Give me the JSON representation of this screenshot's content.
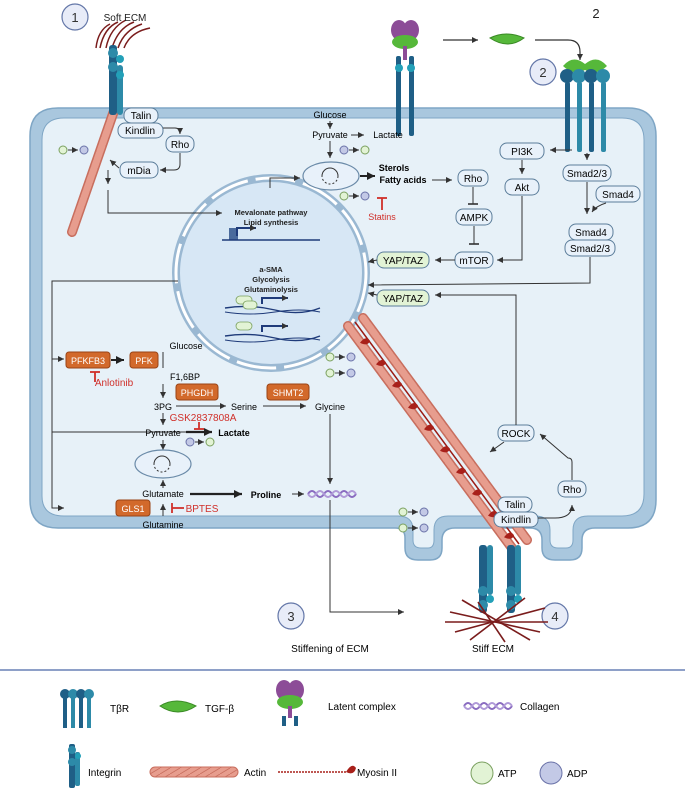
{
  "badges": {
    "b1": "1",
    "b2": "2",
    "b2_plain": "2",
    "b3": "3",
    "b4": "4"
  },
  "labels": {
    "soft_ecm": "Soft ECM",
    "stiff_ecm": "Stiff ECM",
    "stiffening": "Stiffening of ECM"
  },
  "left_signaling": {
    "talin": "Talin",
    "kindlin": "Kindlin",
    "rho": "Rho",
    "mdia": "mDia"
  },
  "right_mechano": {
    "rock": "ROCK",
    "rho": "Rho",
    "talin": "Talin",
    "kindlin": "Kindlin"
  },
  "tgf_path": {
    "pi3k": "PI3K",
    "akt": "Akt",
    "smad23": "Smad2/3",
    "smad4": "Smad4",
    "smad4_b": "Smad4",
    "smad23_b": "Smad2/3"
  },
  "center_path": {
    "glucose": "Glucose",
    "pyruvate": "Pyruvate",
    "lactate": "Lactate",
    "sterols": "Sterols",
    "fatty_acids": "Fatty acids",
    "statins": "Statins",
    "rho": "Rho",
    "ampk": "AMPK",
    "mtor": "mTOR",
    "yaptaz_1": "YAP/TAZ",
    "yaptaz_2": "YAP/TAZ"
  },
  "nucleus": {
    "line1": "Mevalonate pathway",
    "line2": "Lipid synthesis",
    "line3": "a-SMA",
    "line4": "Glycolysis",
    "line5": "Glutaminolysis"
  },
  "metabolism": {
    "pfkfb3": "PFKFB3",
    "pfk": "PFK",
    "anlotinib": "Anlotinib",
    "glucose": "Glucose",
    "f16bp": "F1,6BP",
    "phgdh": "PHGDH",
    "shmt2": "SHMT2",
    "pg3": "3PG",
    "serine": "Serine",
    "glycine": "Glycine",
    "gsk": "GSK2837808A",
    "pyruvate": "Pyruvate",
    "lactate": "Lactate",
    "glutamate": "Glutamate",
    "proline": "Proline",
    "gls1": "GLS1",
    "bptes": "BPTES",
    "glutamine": "Glutamine"
  },
  "legend": {
    "tbr": "TβR",
    "tgfb": "TGF-β",
    "latent": "Latent complex",
    "collagen": "Collagen",
    "integrin": "Integrin",
    "actin": "Actin",
    "myosin": "Myosin II",
    "atp": "ATP",
    "adp": "ADP"
  },
  "colors": {
    "membrane": "#a9c7de",
    "cytoplasm": "#e7f1f8",
    "nucleus": "#d7e7f5",
    "node_fill": "#e8f1fa",
    "node_stroke": "#5b7d9a",
    "enzyme": "#d2692b",
    "inhibitor": "#d0302a",
    "atp": "#e2f3d5",
    "adp": "#c3c9e6",
    "actin": "#e79d8e",
    "myosin": "#a8201a",
    "receptor": "#1e4e78",
    "tgfb": "#56b83a",
    "latent": "#8c4c97"
  }
}
